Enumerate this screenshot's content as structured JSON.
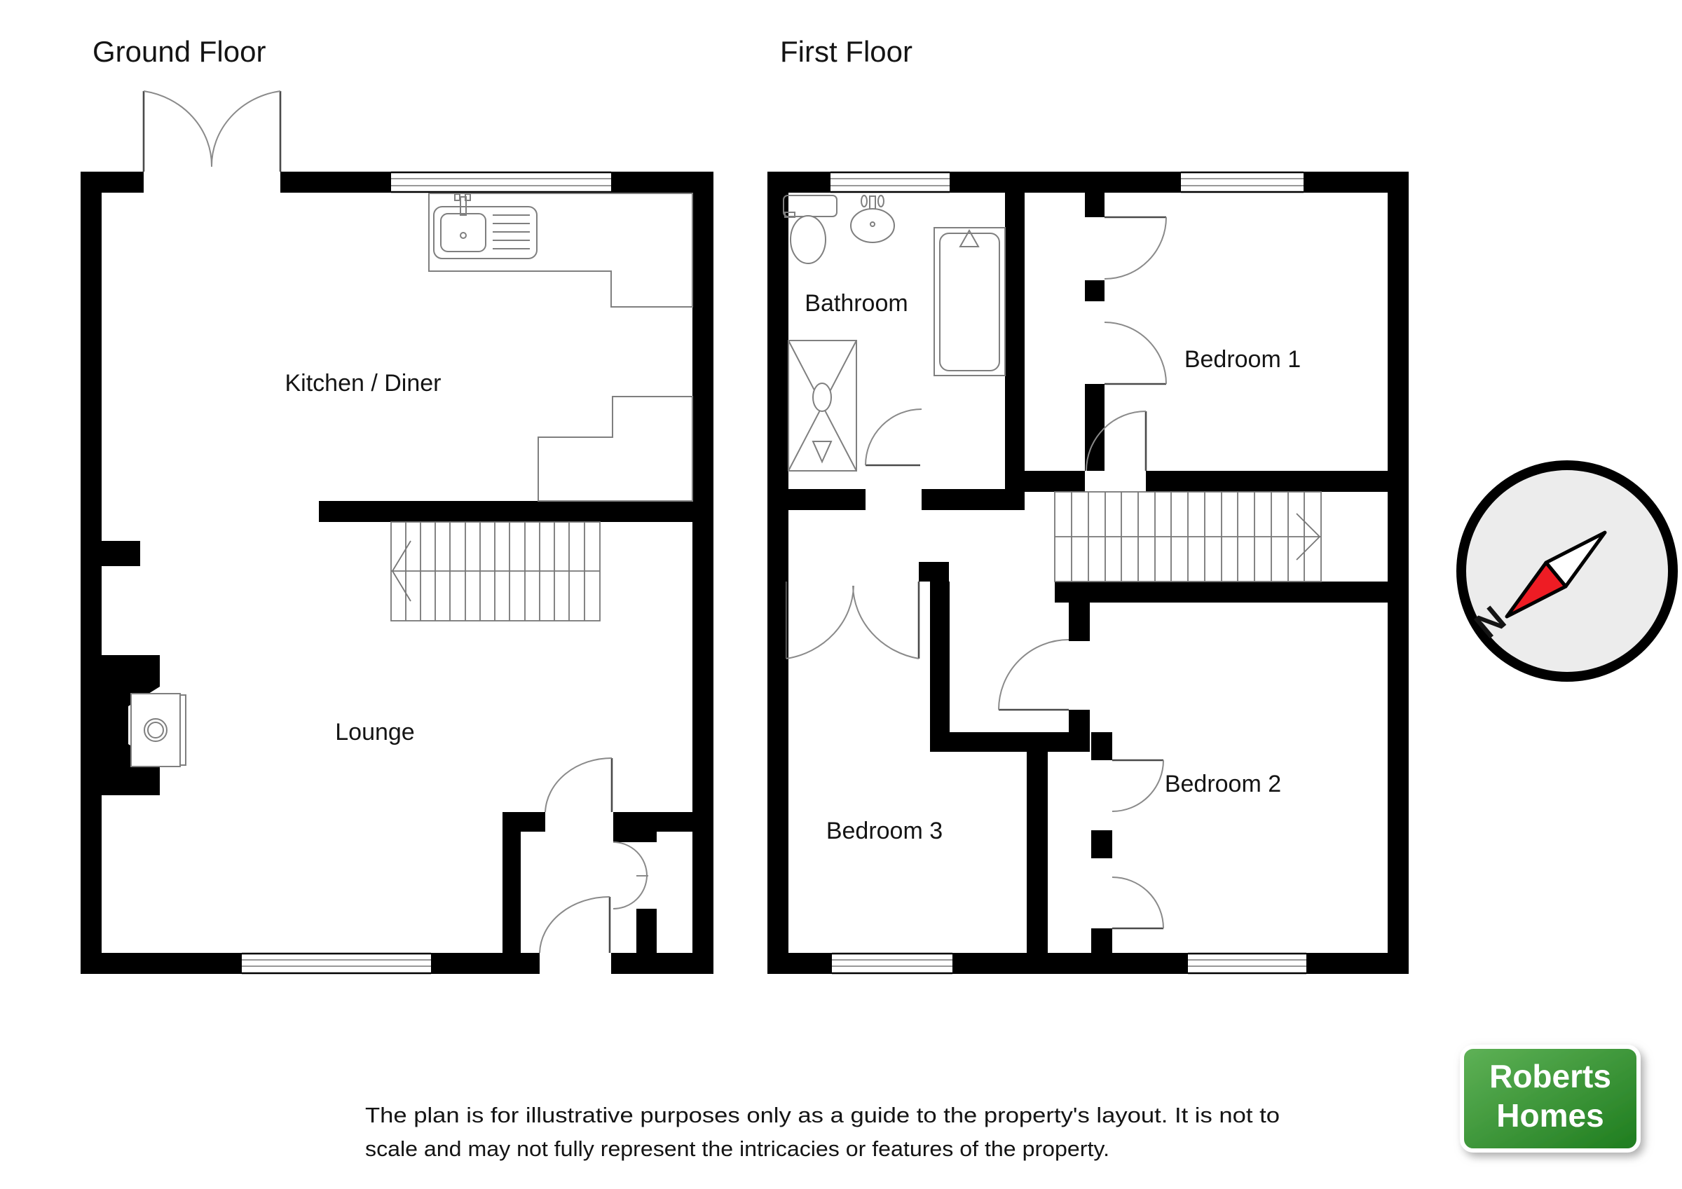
{
  "titles": {
    "ground_floor": "Ground Floor",
    "first_floor": "First Floor"
  },
  "rooms": {
    "kitchen_diner": "Kitchen / Diner",
    "lounge": "Lounge",
    "bathroom": "Bathroom",
    "bedroom1": "Bedroom 1",
    "bedroom2": "Bedroom 2",
    "bedroom3": "Bedroom 3"
  },
  "compass": {
    "north_label": "N"
  },
  "logo": {
    "line1": "Roberts",
    "line2": "Homes"
  },
  "disclaimer": {
    "line1": "The plan is for illustrative purposes only as a guide to the property's layout. It is not to",
    "line2": "scale and may not fully represent the intricacies or features of the property."
  },
  "colors": {
    "wall": "#000000",
    "compass_face": "#ececec",
    "needle_red": "#ee1c24",
    "needle_white": "#ffffff",
    "logo_green_light": "#5fb257",
    "logo_green_dark": "#1e7c1e"
  }
}
